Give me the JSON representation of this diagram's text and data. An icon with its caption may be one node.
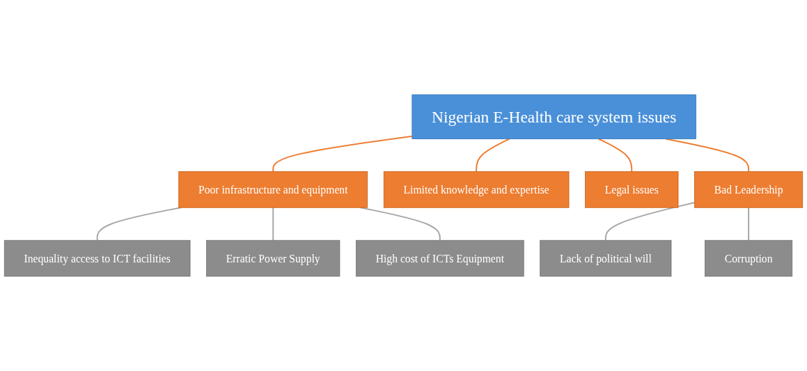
{
  "diagram": {
    "nodes": [
      {
        "text": [
          "Nigerian E-Health care system issues"
        ]
      },
      {
        "text": [
          "Poor infrastructure and equipment"
        ]
      },
      {
        "text": [
          "Limited knowledge and expertise"
        ]
      },
      {
        "text": [
          "Legal issues"
        ]
      },
      {
        "text": [
          "Bad Leadership"
        ]
      },
      {
        "text": [
          "Inequality access to ICT facilities"
        ]
      },
      {
        "text": [
          "Erratic Power Supply"
        ]
      },
      {
        "text": [
          "High cost of ICTs Equipment"
        ]
      },
      {
        "text": [
          "Lack of political will"
        ]
      },
      {
        "text": [
          "Corruption"
        ]
      }
    ],
    "edges": [
      {
        "from": 0,
        "to": 1,
        "arrow": "none",
        "color": "#ed7d31"
      },
      {
        "from": 0,
        "to": 2,
        "arrow": "none",
        "color": "#ed7d31"
      },
      {
        "from": 0,
        "to": 3,
        "arrow": "none",
        "color": "#ed7d31"
      },
      {
        "from": 0,
        "to": 4,
        "arrow": "none",
        "color": "#ed7d31"
      },
      {
        "from": 1,
        "to": 5,
        "arrow": "none"
      },
      {
        "from": 1,
        "to": 6,
        "arrow": "none"
      },
      {
        "from": 1,
        "to": 7,
        "arrow": "none"
      },
      {
        "from": 4,
        "to": 8,
        "arrow": "none"
      },
      {
        "from": 4,
        "to": 9,
        "arrow": "none"
      }
    ]
  }
}
